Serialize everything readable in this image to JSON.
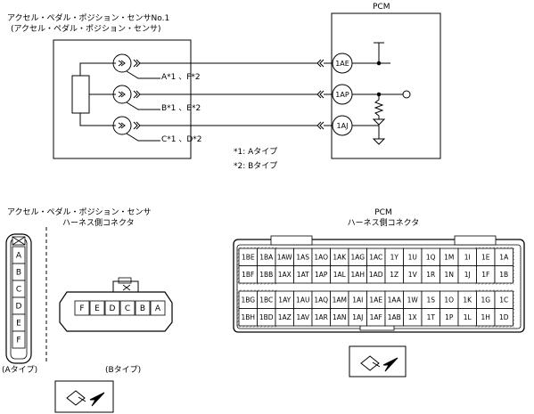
{
  "schematic": {
    "sensor_title_1": "アクセル・ペダル・ポジション・センサNo.1",
    "sensor_title_2": "(アクセル・ペダル・ポジション・センサ)",
    "pcm_title": "PCM",
    "pins": [
      {
        "sensor_label": "A*1 、F*2",
        "pcm_pin": "1AE"
      },
      {
        "sensor_label": "B*1 、E*2",
        "pcm_pin": "1AP"
      },
      {
        "sensor_label": "C*1 、D*2",
        "pcm_pin": "1AJ"
      }
    ],
    "footnotes": [
      "*1: Aタイプ",
      "*2: Bタイプ"
    ]
  },
  "sensor_connector": {
    "title_1": "アクセル・ペダル・ポジション・センサ",
    "title_2": "ハーネス側コネクタ",
    "type_a_pins": [
      "A",
      "B",
      "C",
      "D",
      "E",
      "F"
    ],
    "type_b_pins": [
      "F",
      "E",
      "D",
      "C",
      "B",
      "A"
    ],
    "type_a_label": "(Aタイプ)",
    "type_b_label": "(Bタイプ)"
  },
  "pcm_connector": {
    "title_1": "PCM",
    "title_2": "ハーネス側コネクタ",
    "rows": [
      [
        "1BE",
        "1BA",
        "1AW",
        "1AS",
        "1AO",
        "1AK",
        "1AG",
        "1AC",
        "1Y",
        "1U",
        "1Q",
        "1M",
        "1I",
        "1E",
        "1A"
      ],
      [
        "1BF",
        "1BB",
        "1AX",
        "1AT",
        "1AP",
        "1AL",
        "1AH",
        "1AD",
        "1Z",
        "1V",
        "1R",
        "1N",
        "1J",
        "1F",
        "1B"
      ],
      [
        "1BG",
        "1BC",
        "1AY",
        "1AU",
        "1AQ",
        "1AM",
        "1AI",
        "1AE",
        "1AA",
        "1W",
        "1S",
        "1O",
        "1K",
        "1G",
        "1C"
      ],
      [
        "1BH",
        "1BD",
        "1AZ",
        "1AV",
        "1AR",
        "1AN",
        "1AJ",
        "1AF",
        "1AB",
        "1X",
        "1T",
        "1P",
        "1L",
        "1H",
        "1D"
      ]
    ]
  }
}
